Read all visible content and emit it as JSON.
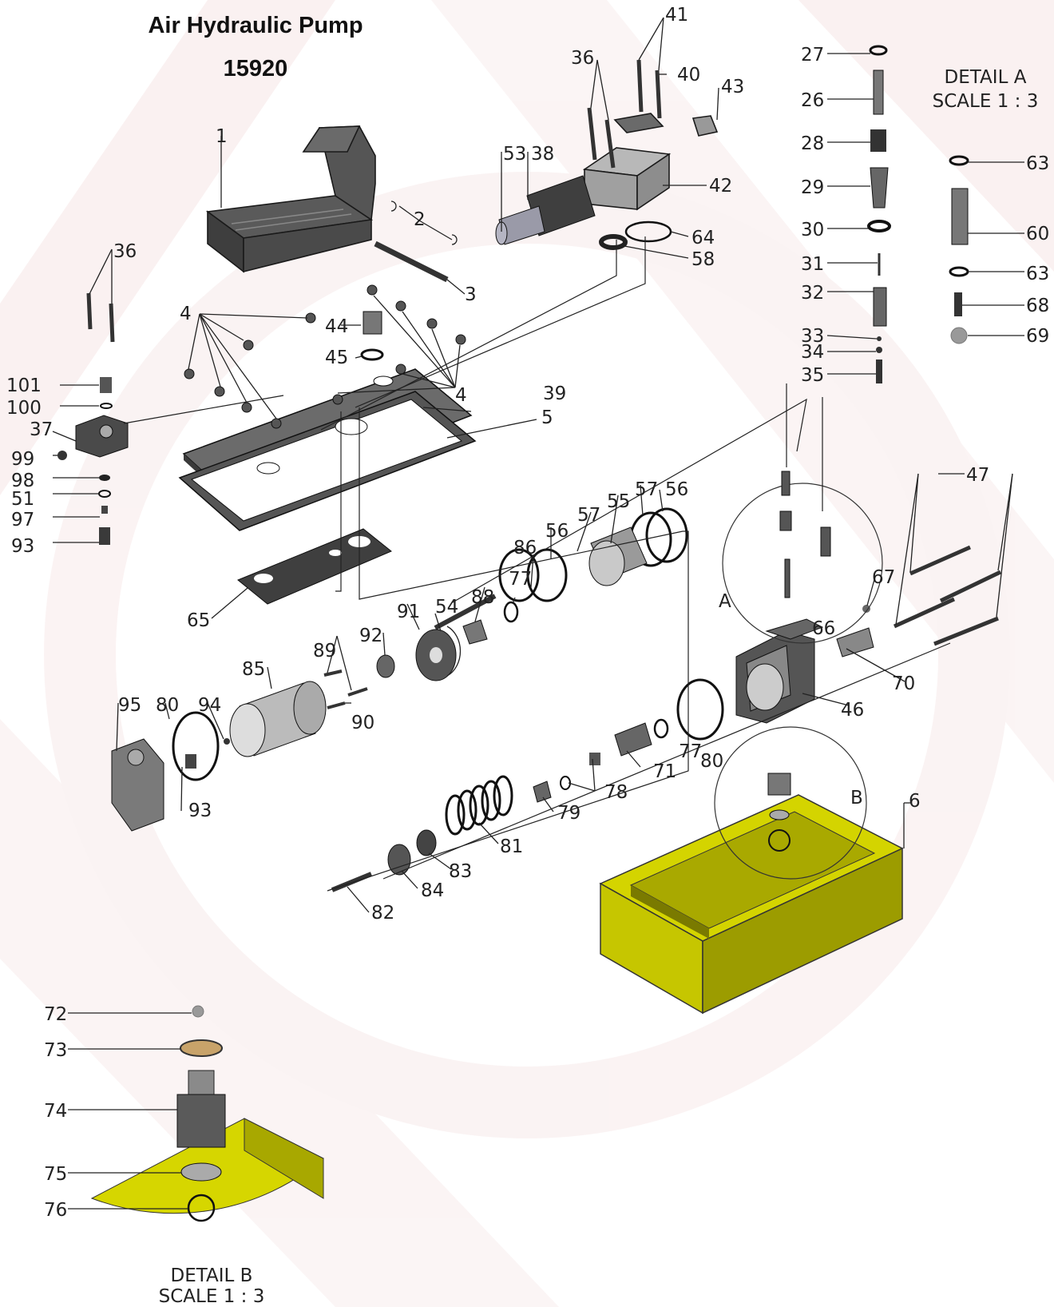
{
  "title": "Air Hydraulic Pump",
  "model_number": "15920",
  "detail_a": {
    "line1": "DETAIL A",
    "line2": "SCALE 1 : 3"
  },
  "detail_b": {
    "line1": "DETAIL B",
    "line2": "SCALE 1 : 3"
  },
  "view_markers": {
    "a": "A",
    "b": "B"
  },
  "colors": {
    "reservoir": "#d4d400",
    "reservoir_dark": "#8f8f00",
    "parts": "#4a4a4a",
    "watermark": "#f6e6e6"
  },
  "callouts": [
    "1",
    "2",
    "3",
    "4",
    "5",
    "6",
    "26",
    "27",
    "28",
    "29",
    "30",
    "31",
    "32",
    "33",
    "34",
    "35",
    "36",
    "37",
    "38",
    "39",
    "40",
    "41",
    "42",
    "43",
    "44",
    "45",
    "46",
    "47",
    "51",
    "53",
    "54",
    "55",
    "56",
    "57",
    "58",
    "60",
    "63",
    "64",
    "65",
    "66",
    "67",
    "68",
    "69",
    "70",
    "71",
    "72",
    "73",
    "74",
    "75",
    "76",
    "77",
    "78",
    "79",
    "80",
    "81",
    "82",
    "83",
    "84",
    "85",
    "86",
    "88",
    "89",
    "90",
    "91",
    "92",
    "93",
    "94",
    "95",
    "97",
    "98",
    "99",
    "100",
    "101"
  ]
}
